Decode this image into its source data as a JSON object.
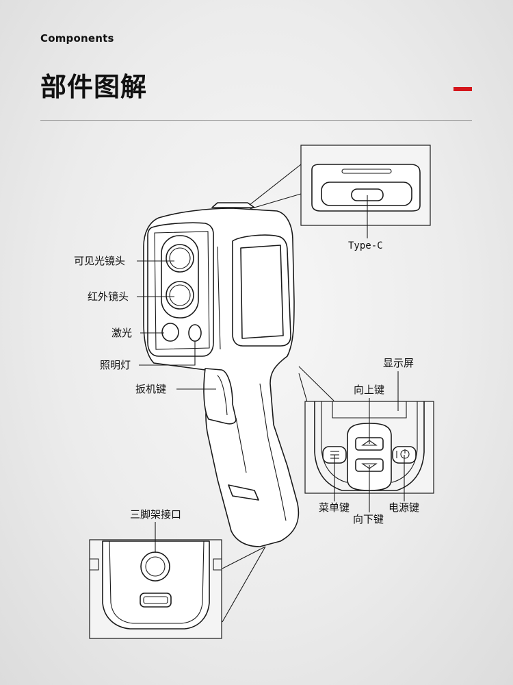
{
  "header": {
    "eyebrow": "Components",
    "title": "部件图解"
  },
  "colors": {
    "accent": "#d4161c",
    "line": "#1a1a1a",
    "background": "#ececec"
  },
  "labels": {
    "type_c": "Type-C",
    "visible_lens": "可见光镜头",
    "ir_lens": "红外镜头",
    "laser": "激光",
    "light": "照明灯",
    "trigger": "扳机键",
    "display": "显示屏",
    "up_key": "向上键",
    "menu_key": "菜单键",
    "power_key": "电源键",
    "down_key": "向下键",
    "tripod": "三脚架接口"
  }
}
